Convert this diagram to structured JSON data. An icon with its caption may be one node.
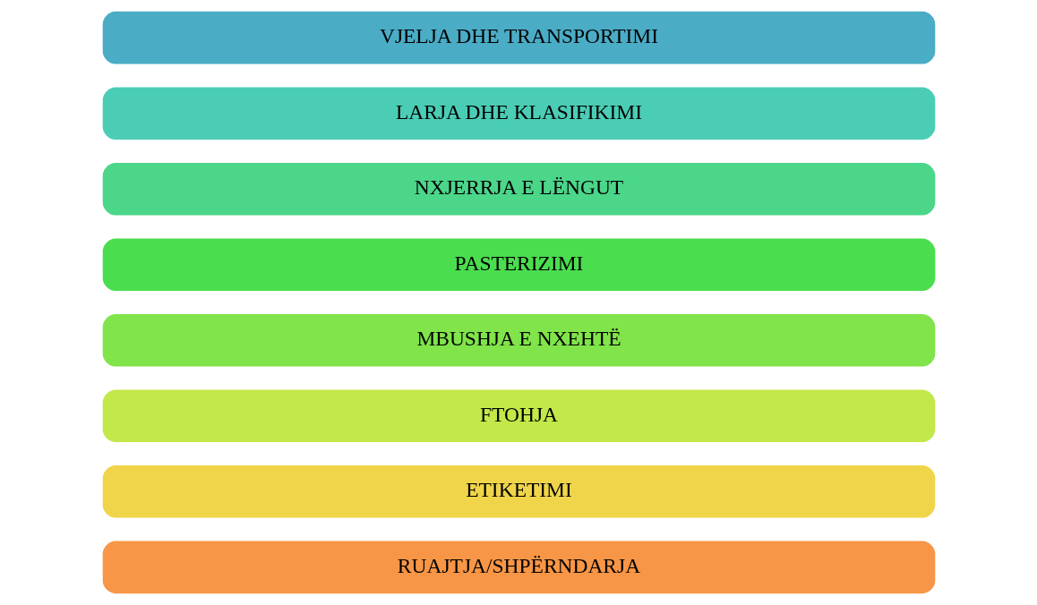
{
  "diagram": {
    "nodes": [
      {
        "text": [
          "VJELJA DHE TRANSPORTIMI"
        ]
      },
      {
        "text": [
          "LARJA DHE KLASIFIKIMI"
        ]
      },
      {
        "text": [
          "NXJERRJA E LËNGUT"
        ]
      },
      {
        "text": [
          "PASTERIZIMI"
        ]
      },
      {
        "text": [
          "MBUSHJA E NXEHTË"
        ]
      },
      {
        "text": [
          "FTOHJA"
        ]
      },
      {
        "text": [
          "ETIKETIMI"
        ]
      },
      {
        "text": [
          "RUAJTJA/SHPËRNDARJA"
        ]
      }
    ]
  }
}
